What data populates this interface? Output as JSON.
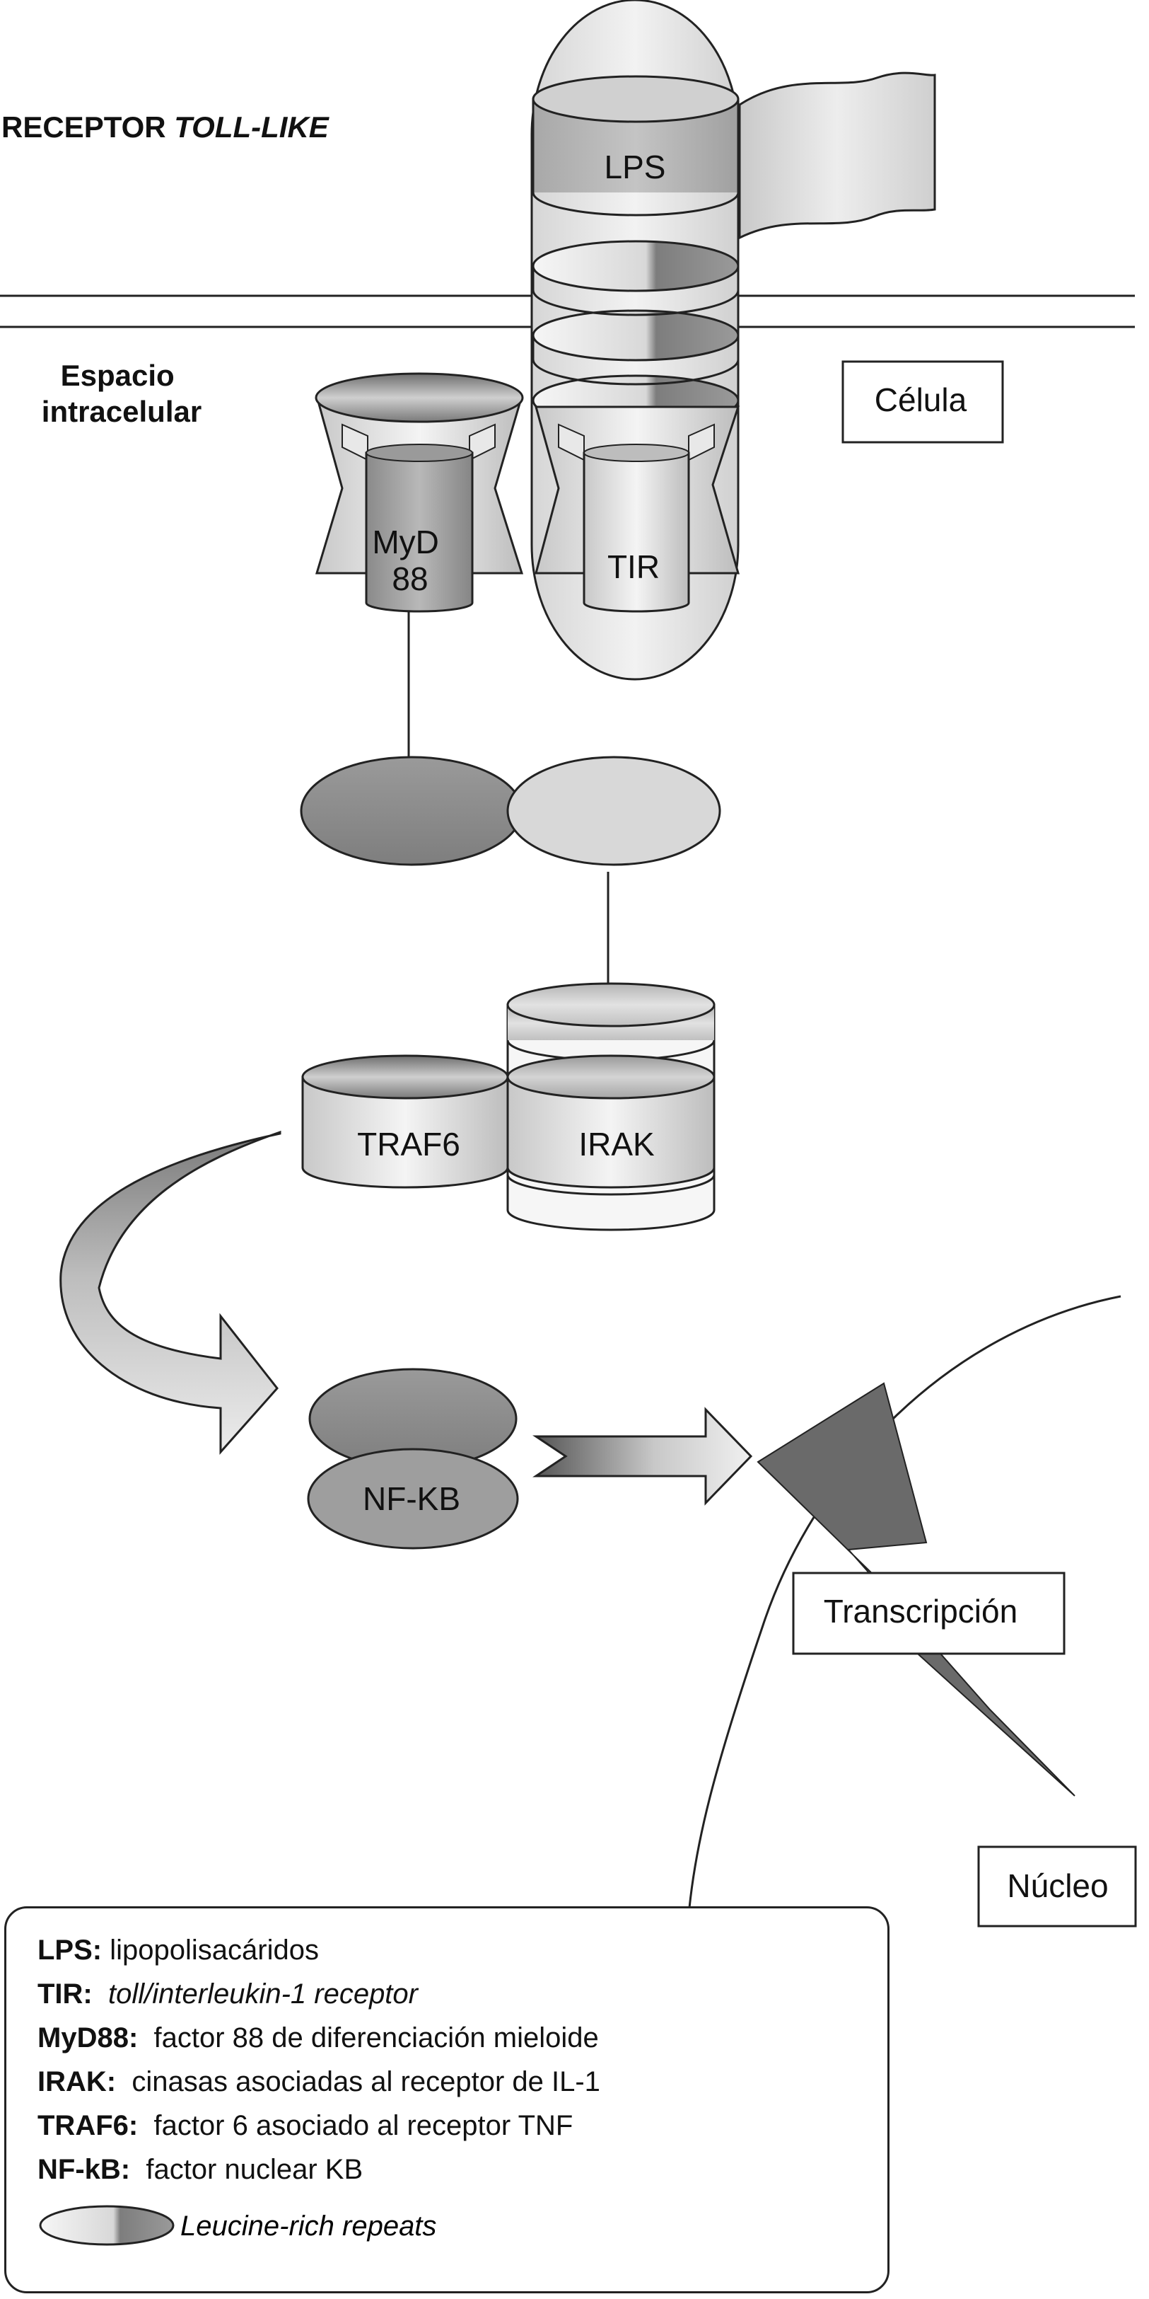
{
  "header": {
    "title_prefix": "RECEPTOR ",
    "title_italic": "TOLL-LIKE",
    "intracellular_line1": "Espacio",
    "intracellular_line2": "intracelular"
  },
  "labels": {
    "lps": "LPS",
    "tir": "TIR",
    "myd_line1": "MyD",
    "myd_line2": "88",
    "traf6": "TRAF6",
    "irak": "IRAK",
    "nfkb": "NF-KB",
    "celula": "Célula",
    "transcripcion": "Transcripción",
    "nucleo": "Núcleo"
  },
  "legend": {
    "items": [
      {
        "term": "LPS:",
        "desc": "lipopolisacáridos",
        "italic": false
      },
      {
        "term": "TIR:",
        "desc": "toll/interleukin-1 receptor",
        "italic": true
      },
      {
        "term": "MyD88:",
        "desc": "factor 88 de diferenciación mieloide",
        "italic": false
      },
      {
        "term": "IRAK:",
        "desc": "cinasas asociadas al receptor de IL-1",
        "italic": false
      },
      {
        "term": "TRAF6:",
        "desc": "factor 6 asociado al receptor TNF",
        "italic": false
      },
      {
        "term": "NF-kB:",
        "desc": "factor nuclear KB",
        "italic": false
      }
    ],
    "lrr_label": "Leucine-rich repeats"
  }
}
